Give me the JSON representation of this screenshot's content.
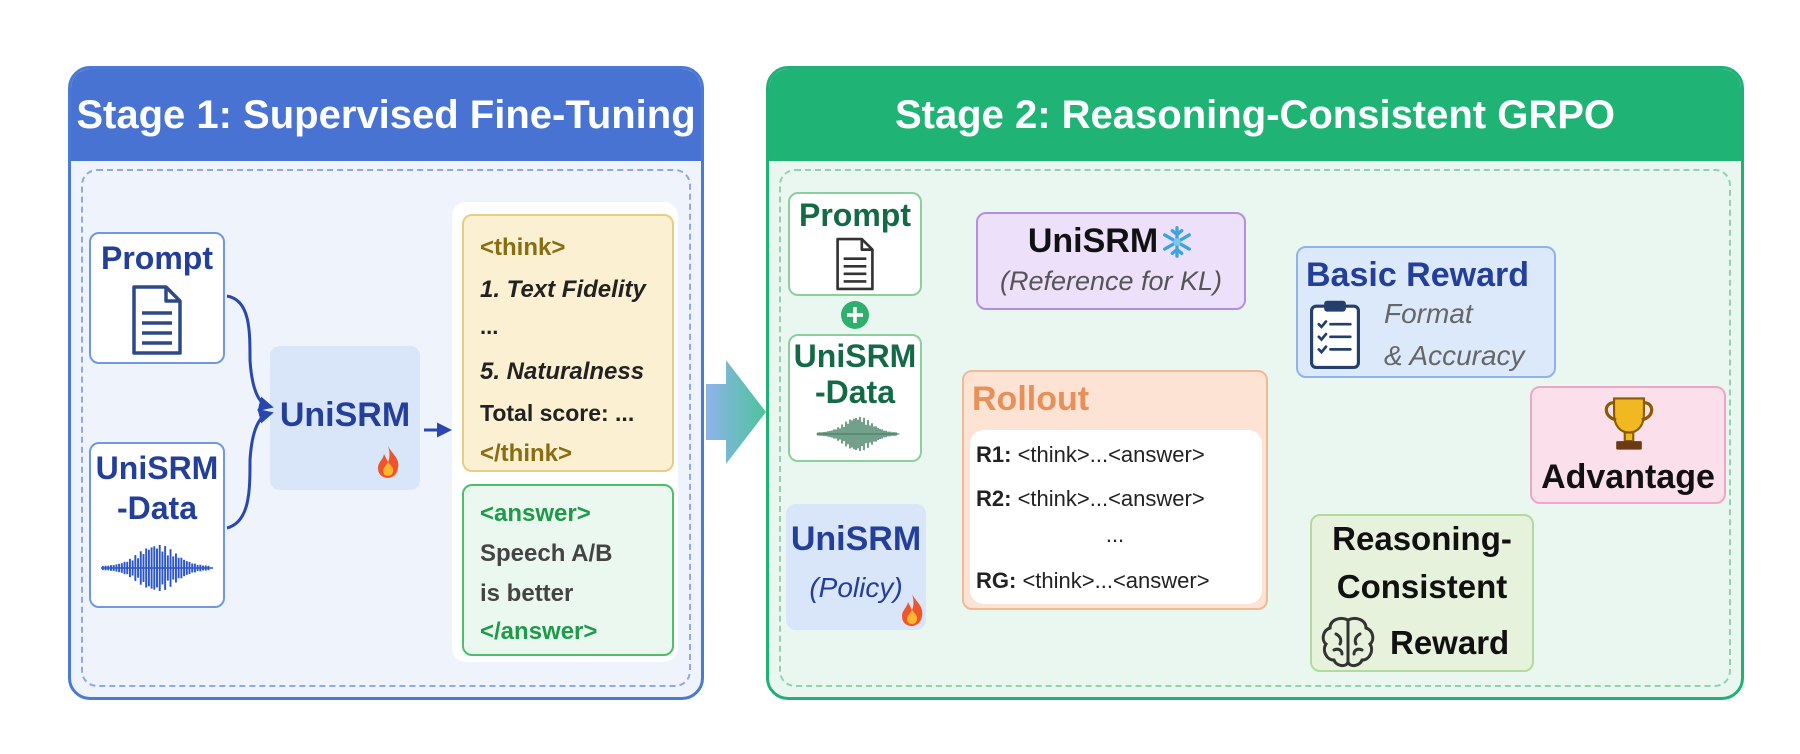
{
  "stage1": {
    "title": "Stage 1: Supervised Fine-Tuning",
    "prompt_label": "Prompt",
    "data_label_line1": "UniSRM",
    "data_label_line2": "-Data",
    "model_label": "UniSRM",
    "think_lines": [
      "<think>",
      "1. Text Fidelity",
      "...",
      "5. Naturalness",
      "Total score: ...",
      "</think>"
    ],
    "answer_lines": [
      "<answer>",
      "Speech A/B",
      "is better",
      "</answer>"
    ]
  },
  "stage2": {
    "title": "Stage 2: Reasoning-Consistent GRPO",
    "prompt_label": "Prompt",
    "data_label_line1": "UniSRM",
    "data_label_line2": "-Data",
    "policy_label": "UniSRM",
    "policy_sub": "(Policy)",
    "ref_label": "UniSRM",
    "ref_sub": "(Reference for KL)",
    "rollout_title": "Rollout",
    "rollouts": [
      {
        "tag": "R1:",
        "text": "<think>...<answer>"
      },
      {
        "tag": "R2:",
        "text": "<think>...<answer>"
      },
      {
        "tag": "",
        "text": "..."
      },
      {
        "tag": "RG:",
        "text": "<think>...<answer>"
      }
    ],
    "basic_reward_title": "Basic Reward",
    "basic_reward_sub1": "Format",
    "basic_reward_sub2": "& Accuracy",
    "rc_reward_line1": "Reasoning-",
    "rc_reward_line2": "Consistent",
    "rc_reward_line3": "Reward",
    "advantage_label": "Advantage"
  },
  "colors": {
    "stage1_accent": "#4873d2",
    "stage2_accent": "#1fb476",
    "think_text": "#8a6d12",
    "answer_text": "#1f9a4a",
    "rollout_title": "#e8905a"
  }
}
